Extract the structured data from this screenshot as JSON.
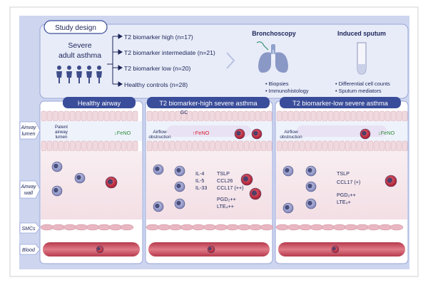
{
  "study_design": {
    "title": "Study design",
    "subject_line1": "Severe",
    "subject_line2": "adult asthma",
    "groups": [
      "T2 biomarker high (n=17)",
      "T2 biomarker intermediate (n=21)",
      "T2 biomarker low (n=20)",
      "Healthy controls (n=28)"
    ],
    "bronchoscopy": {
      "title": "Bronchoscopy",
      "items": [
        "Biopsies",
        "Immunohistology"
      ]
    },
    "sputum": {
      "title": "Induced sputum",
      "items": [
        "Differential cell counts",
        "Sputum mediators"
      ]
    }
  },
  "row_labels": {
    "lumen_1": "Airway",
    "lumen_2": "lumen",
    "wall_1": "Airway",
    "wall_2": "wall",
    "smcs": "SMCs",
    "blood": "Blood"
  },
  "panels": {
    "healthy": {
      "title": "Healthy airway",
      "lumen_note_1": "Patent",
      "lumen_note_2": "airway",
      "lumen_note_3": "lumen",
      "feno": "↓FeNO"
    },
    "t2high": {
      "title": "T2 biomarker-high severe asthma",
      "gc": "GC",
      "obstruction_1": "Airflow",
      "obstruction_2": "obstruction",
      "feno": "↑FeNO",
      "mediators_left": [
        "IL-4",
        "IL-5",
        "IL-33"
      ],
      "mediators_right": [
        "TSLP",
        "CCL26",
        "CCL17 (++)"
      ],
      "lipids": [
        "PGD₂++",
        "LTE₄++"
      ]
    },
    "t2low": {
      "title": "T2 biomarker-low severe asthma",
      "obstruction_1": "Airflow",
      "obstruction_2": "obstruction",
      "feno": "↓FeNO",
      "mediators": [
        "TSLP",
        "CCL17 (+)"
      ],
      "lipids": [
        "PGD₂++",
        "LTE₄+"
      ]
    }
  },
  "colors": {
    "frame_bg": "#cdd5ef",
    "panel_header": "#3a4d9a",
    "lumen": "#eef2fb",
    "wall": "#f7e6ea",
    "smc": "#e9b7c2",
    "blood": "#c24a5c",
    "red_text": "#d8202f",
    "green_text": "#2f8f3f"
  }
}
